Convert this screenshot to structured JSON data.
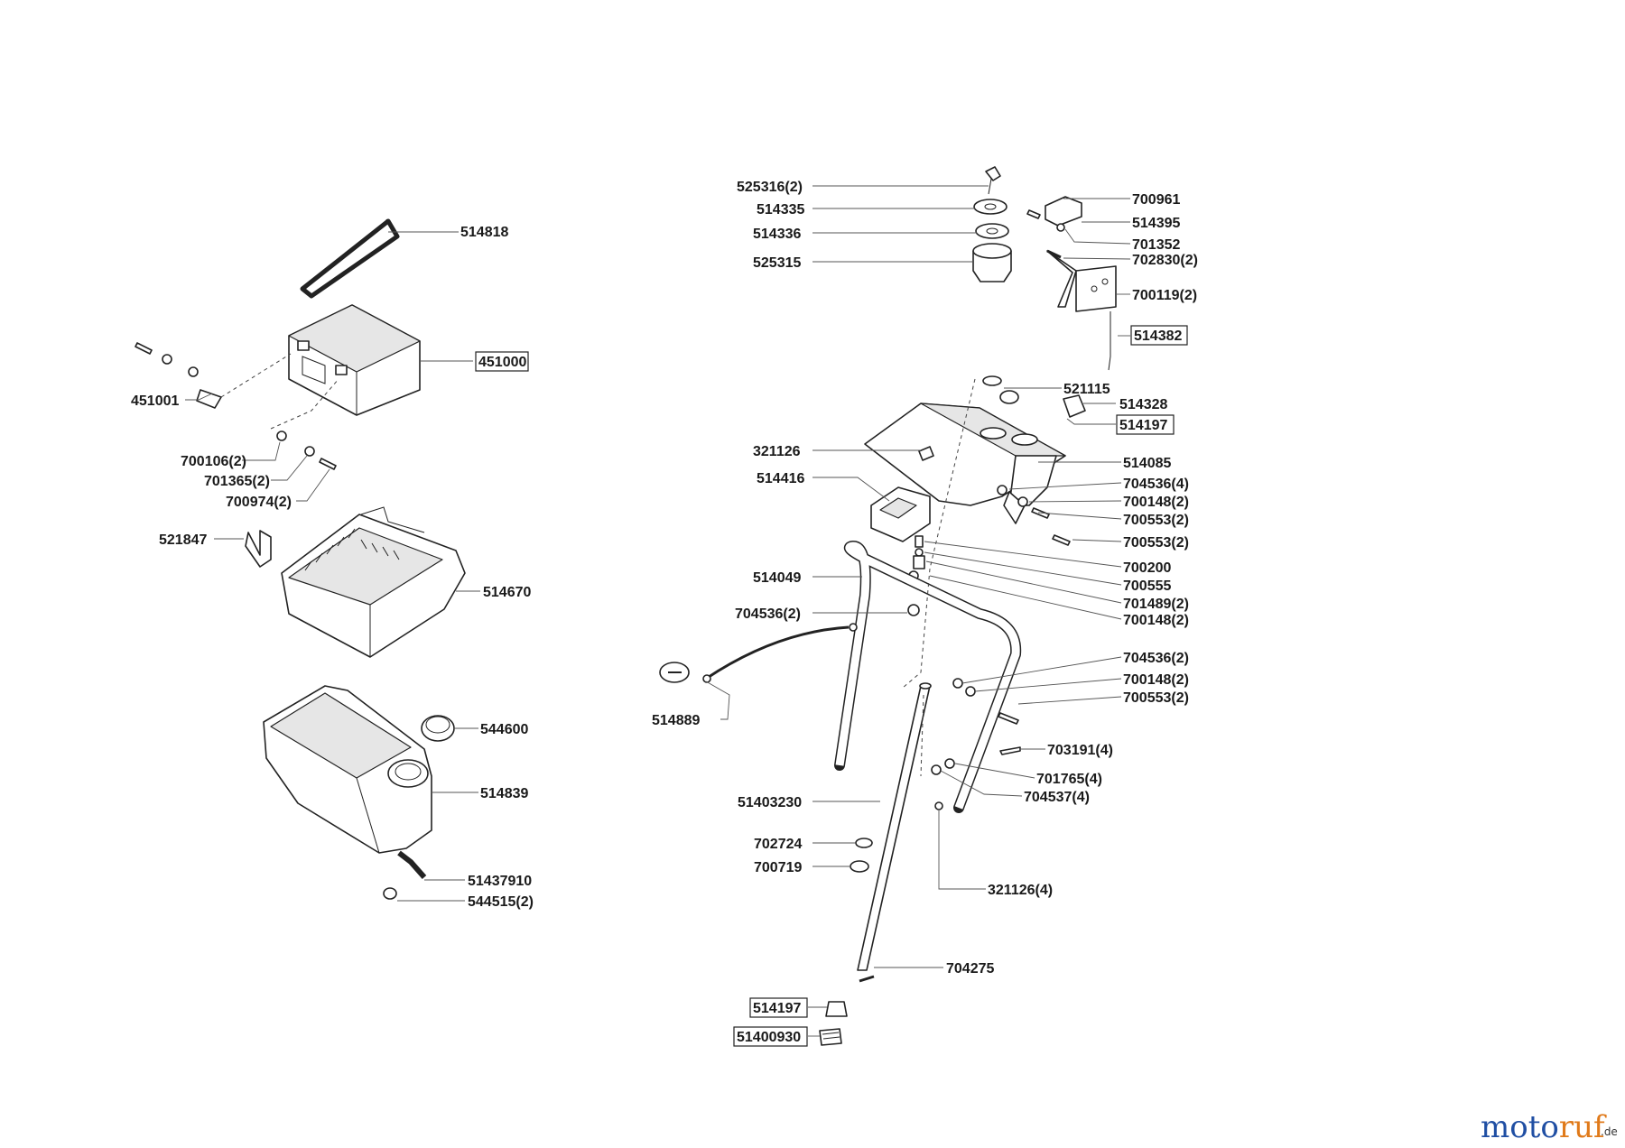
{
  "labels": {
    "l514818": "514818",
    "l451000": "451000",
    "l451001": "451001",
    "l700106": "700106(2)",
    "l701365": "701365(2)",
    "l700974": "700974(2)",
    "l521847": "521847",
    "l514670": "514670",
    "l544600": "544600",
    "l514839": "514839",
    "l51437910": "51437910",
    "l544515": "544515(2)",
    "l525316": "525316(2)",
    "l514335": "514335",
    "l514336": "514336",
    "l525315": "525315",
    "l700961": "700961",
    "l514395": "514395",
    "l701352": "701352",
    "l702830": "702830(2)",
    "l700119": "700119(2)",
    "l514382": "514382",
    "l521115": "521115",
    "l514328": "514328",
    "l514197a": "514197",
    "l321126": "321126",
    "l514085": "514085",
    "l514416": "514416",
    "l704536a": "704536(4)",
    "l700148a": "700148(2)",
    "l700553a": "700553(2)",
    "l700553b": "700553(2)",
    "l700200": "700200",
    "l514049": "514049",
    "l700555": "700555",
    "l701489": "701489(2)",
    "l700148b": "700148(2)",
    "l704536b": "704536(2)",
    "l704536c": "704536(2)",
    "l700148c": "700148(2)",
    "l700553c": "700553(2)",
    "l514889": "514889",
    "l703191": "703191(4)",
    "l701765": "701765(4)",
    "l704537": "704537(4)",
    "l51403230": "51403230",
    "l702724": "702724",
    "l700719": "700719",
    "l321126b": "321126(4)",
    "l704275": "704275",
    "l514197b": "514197",
    "l51400930": "51400930"
  },
  "watermark": {
    "main_a": "moto",
    "main_b": "ruf",
    "suffix": ".de",
    "color_a": "#1f4ea3",
    "color_b": "#e07a1a"
  }
}
